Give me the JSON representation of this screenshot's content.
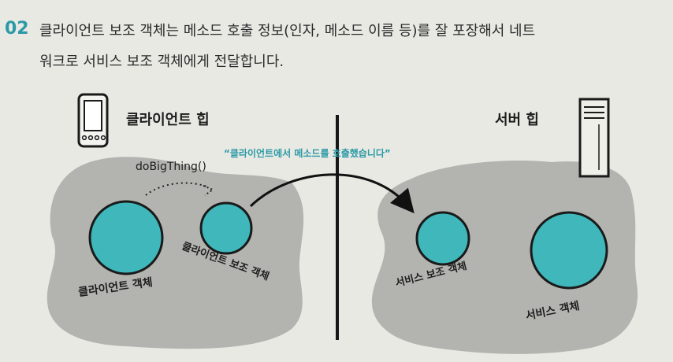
{
  "step": {
    "number": "02",
    "text_line1": "클라이언트 보조 객체는 메소드 호출 정보(인자, 메소드 이름 등)를 잘 포장해서 네트",
    "text_line2": "워크로 서비스 보조 객체에게 전달합니다."
  },
  "diagram": {
    "client_heap_label": "클라이언트 힙",
    "server_heap_label": "서버 힙",
    "method_call_label": "doBigThing()",
    "quote_label": "“클라이언트에서 메소드를 호출했습니다”",
    "client_object_label": "클라이언트 객체",
    "client_helper_label": "클라이언트 보조 객체",
    "service_helper_label": "서비스 보조 객체",
    "service_object_label": "서비스 객체",
    "colors": {
      "accent": "#2b9aa6",
      "object_fill": "#3fb7bb",
      "heap_fill": "#b3b3b0",
      "page_bg": "#e9e9e4"
    },
    "icons": [
      "phone-icon",
      "server-icon"
    ]
  }
}
